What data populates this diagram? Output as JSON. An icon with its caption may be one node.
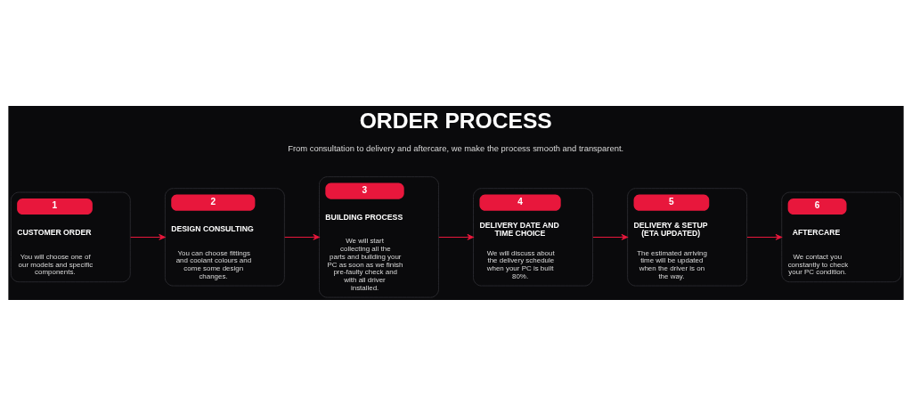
{
  "diagram": {
    "title": "ORDER PROCESS",
    "nodes": [
      {
        "text": [
          "1",
          "CUSTOMER ORDER",
          "You will choose one of our models and specific components."
        ]
      },
      {
        "text": [
          "2",
          "DESIGN CONSULTING",
          "You can choose fittings and coolant colours and come some design changes."
        ]
      },
      {
        "text": [
          "3",
          "BUILDING PROCESS",
          "We will start collecting all the parts and building your PC as soon as we finish pre-faulty check and with all driver installed."
        ]
      },
      {
        "text": [
          "4",
          "DELIVERY DATE AND TIME CHOICE",
          "We will discuss about the delivery schedule when your PC is built 80%."
        ]
      },
      {
        "text": [
          "5",
          "DELIVERY & SETUP (ETA UPDATED)",
          "The estimated arriving time will be updated when the driver is on the way."
        ]
      },
      {
        "text": [
          "6",
          "AFTERCARE",
          "We contact you constantly to check your PC condition."
        ]
      }
    ],
    "edges": [
      {
        "from": 0,
        "to": 1,
        "arrow": "to"
      },
      {
        "from": 1,
        "to": 2,
        "arrow": "to"
      },
      {
        "from": 2,
        "to": 3,
        "arrow": "to"
      },
      {
        "from": 3,
        "to": 4,
        "arrow": "to"
      },
      {
        "from": 4,
        "to": 5,
        "arrow": "to"
      }
    ],
    "labels": [
      "From consultation to delivery and aftercare, we make the process smooth and transparent."
    ]
  }
}
